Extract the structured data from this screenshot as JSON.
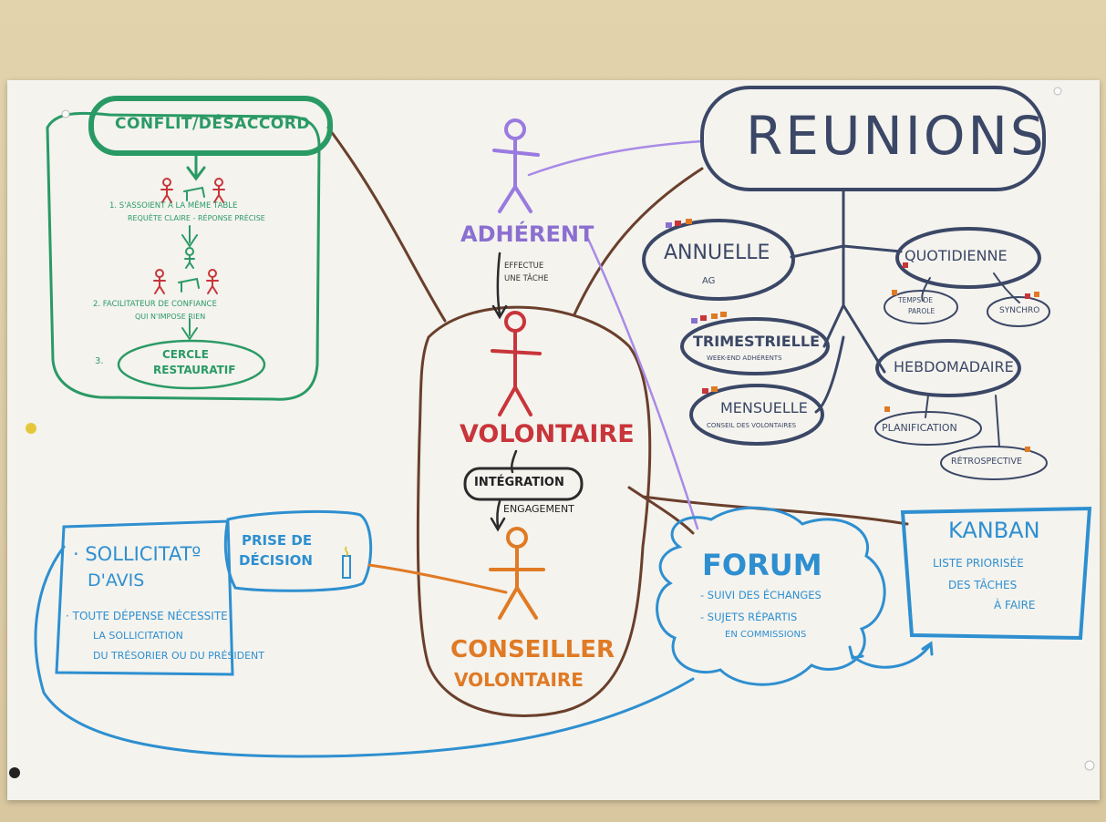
{
  "colors": {
    "paper": "#f4f3ee",
    "green": "#2a9a65",
    "purple": "#8a6fd0",
    "red": "#c8353a",
    "orange": "#e07a24",
    "navy": "#3b4766",
    "blue": "#2e8fd0",
    "brown": "#6a3f2c"
  },
  "conflict": {
    "title": "CONFLIT/DÉSACCORD",
    "step1_line1": "1. S'ASSOIENT À LA MÊME TABLE",
    "step1_line2": "REQUÊTE CLAIRE - RÉPONSE PRÉCISE",
    "step2_line1": "2. FACILITATEUR DE CONFIANCE",
    "step2_line2": "QUI N'IMPOSE RIEN",
    "step3_number": "3.",
    "step3_line1": "CERCLE",
    "step3_line2": "RESTAURATIF"
  },
  "roles": {
    "adherent": "ADHÉRENT",
    "effectue_line1": "EFFECTUE",
    "effectue_line2": "UNE TÂCHE",
    "volontaire": "VOLONTAIRE",
    "integration": "INTÉGRATION",
    "engagement": "ENGAGEMENT",
    "conseiller_line1": "CONSEILLER",
    "conseiller_line2": "VOLONTAIRE"
  },
  "reunions": {
    "title": "REUNIONS",
    "annuelle": "ANNUELLE",
    "annuelle_sub": "AG",
    "quotidienne": "QUOTIDIENNE",
    "temps_line1": "TEMPS DE",
    "temps_line2": "PAROLE",
    "synchro": "SYNCHRO",
    "trimestrielle": "TRIMESTRIELLE",
    "trimestrielle_sub": "WEEK-END ADHÉRENTS",
    "hebdomadaire": "HEBDOMADAIRE",
    "mensuelle": "MENSUELLE",
    "mensuelle_sub": "CONSEIL DES VOLONTAIRES",
    "planification": "PLANIFICATION",
    "retrospective": "RÉTROSPECTIVE"
  },
  "sollicitation": {
    "title_line1": "· SOLLICITATº",
    "title_line2": "D'AVIS",
    "prise_line1": "PRISE DE",
    "prise_line2": "DÉCISION",
    "body_line1": "· TOUTE DÉPENSE NÉCESSITE",
    "body_line2": "LA SOLLICITATION",
    "body_line3": "DU TRÉSORIER OU DU PRÉSIDENT"
  },
  "forum": {
    "title": "FORUM",
    "item1": "- SUIVI DES ÉCHANGES",
    "item2_line1": "- SUJETS RÉPARTIS",
    "item2_line2": "EN COMMISSIONS"
  },
  "kanban": {
    "title": "KANBAN",
    "line1": "LISTE PRIORISÉE",
    "line2": "DES TÂCHES",
    "line3": "À FAIRE"
  }
}
